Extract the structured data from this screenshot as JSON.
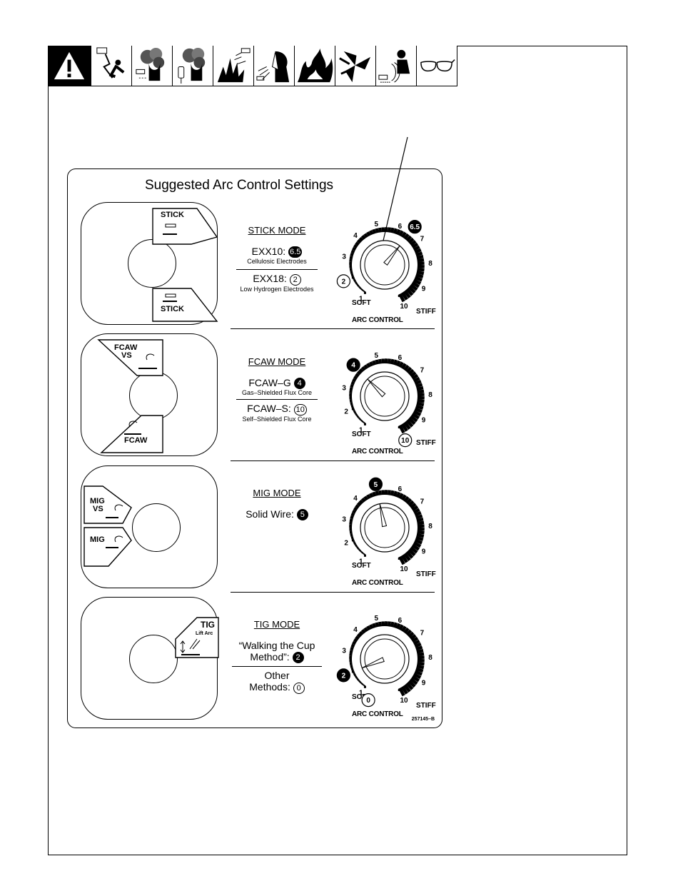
{
  "panel": {
    "title": "Suggested Arc Control Settings",
    "part_number": "257145–B"
  },
  "stick": {
    "tab_top": "STICK",
    "tab_bottom": "STICK",
    "mode": "STICK MODE",
    "line1": "EXX10:",
    "badge1": "6.5",
    "sub1": "Cellulosic Electrodes",
    "line2": "EXX18:",
    "badge2": "2",
    "sub2": "Low Hydrogen Electrodes",
    "setting": 6.5,
    "alt_setting": 2
  },
  "fcaw": {
    "tab_top_1": "FCAW",
    "tab_top_2": "VS",
    "tab_bottom": "FCAW",
    "mode": "FCAW MODE",
    "line1": "FCAW–G",
    "badge1": "4",
    "sub1": "Gas–Shielded Flux Core",
    "line2": "FCAW–S:",
    "badge2": "10",
    "sub2": "Self–Shielded Flux Core",
    "setting": 4,
    "alt_setting": 10
  },
  "mig": {
    "tab_top_1": "MIG",
    "tab_top_2": "VS",
    "tab_bottom": "MIG",
    "mode": "MIG MODE",
    "line1": "Solid Wire:",
    "badge1": "5",
    "setting": 5
  },
  "tig": {
    "tab_1": "TIG",
    "tab_2": "Lift Arc",
    "mode": "TIG MODE",
    "line1": "“Walking the Cup",
    "line2": "Method”:",
    "badge1": "2",
    "line3": "Other",
    "line4": "Methods:",
    "badge2": "0",
    "setting": 2,
    "alt_setting": 0
  },
  "dial": {
    "label": "ARC CONTROL",
    "soft": "SOFT",
    "stiff": "STIFF",
    "ticks": [
      "1",
      "2",
      "3",
      "4",
      "5",
      "6",
      "7",
      "8",
      "9",
      "10"
    ]
  },
  "hazards": [
    "warning-icon",
    "electric-shock-icon",
    "fumes-icon",
    "fumes-cylinder-icon",
    "explosion-icon",
    "arc-rays-icon",
    "fire-icon",
    "moving-parts-icon",
    "hot-parts-icon",
    "safety-glasses-icon"
  ]
}
